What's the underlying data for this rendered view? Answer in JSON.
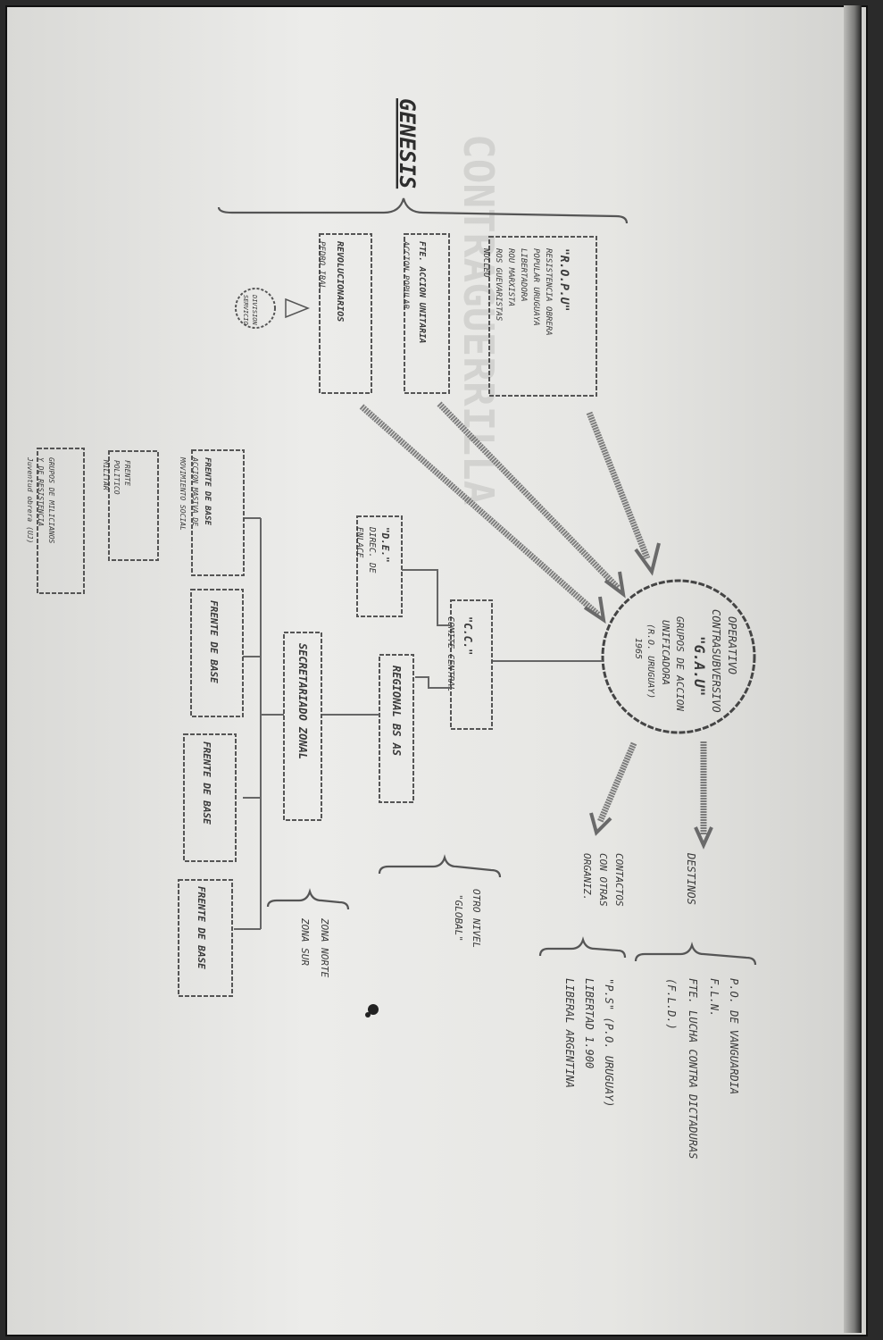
{
  "header": {
    "title": "GENESIS"
  },
  "hub": {
    "lines": [
      "OPERATIVO",
      "CONTRASUBVERSIVO",
      "\"G.A.U\"",
      "GRUPOS DE ACCION",
      "UNIFICADORA",
      "(R.O. URUGUAY)",
      "1965"
    ]
  },
  "sources": {
    "rou": [
      "\"R.O.P.U\"",
      "RESISTENCIA OBRERA",
      "POPULAR URUGUAYA",
      "LIBERTADORA",
      "ROU MARXISTA",
      "ROS GUEVARISTAS",
      "NUCLEO"
    ],
    "fer": [
      "FTE. ACCION UNITARIA",
      "ACCION POPULAR"
    ],
    "revol": [
      "REVOLUCIONARIOS",
      "PEDRO IRAL"
    ],
    "seal": [
      "DIVISION",
      "SERVICIO"
    ]
  },
  "bottom": {
    "genesis_label": [
      "OTRO NIVEL",
      "\"GLOBAL\""
    ],
    "zones": [
      "ZONA NORTE",
      "ZONA SUR"
    ],
    "contacts": [
      "CONTACTOS",
      "CON OTRAS",
      "ORGANIZ."
    ],
    "contacts_detail": [
      "\"P.S\" (P.O. URUGUAY)",
      "LIBERTAD 1.900",
      "LIBERAL ARGENTINA"
    ],
    "destinos": "DESTINOS",
    "destinos_detail": [
      "P.O. DE VANGUARDIA",
      "F.L.N.",
      "FTE. LUCHA CONTRA DICTADURAS",
      "(F.L.D.)"
    ]
  },
  "org": {
    "cc": [
      "\"C.C.\"",
      "COMITE CENTRAL"
    ],
    "de": [
      "\"D.E.\"",
      "DIREC. DE",
      "ENLACE"
    ],
    "regional": "REGIONAL BS AS",
    "secretariado": "SECRETARIADO ZONAL",
    "frentes": [
      "FRENTE DE BASE",
      "FRENTE DE BASE",
      "FRENTE DE BASE",
      "FRENTE DE BASE"
    ],
    "frente_detail": [
      "FRENTE DE BASE",
      "ACCION MASIVA DE",
      "MOVIMIENTO SOCIAL"
    ],
    "sub1": [
      "FRENTE",
      "POLITICO",
      "MILITAR"
    ],
    "sub2": [
      "GRUPOS DE MILICIANOS",
      "Y DE RESISTENCIA",
      "Juventud obrera (UJ)"
    ]
  }
}
